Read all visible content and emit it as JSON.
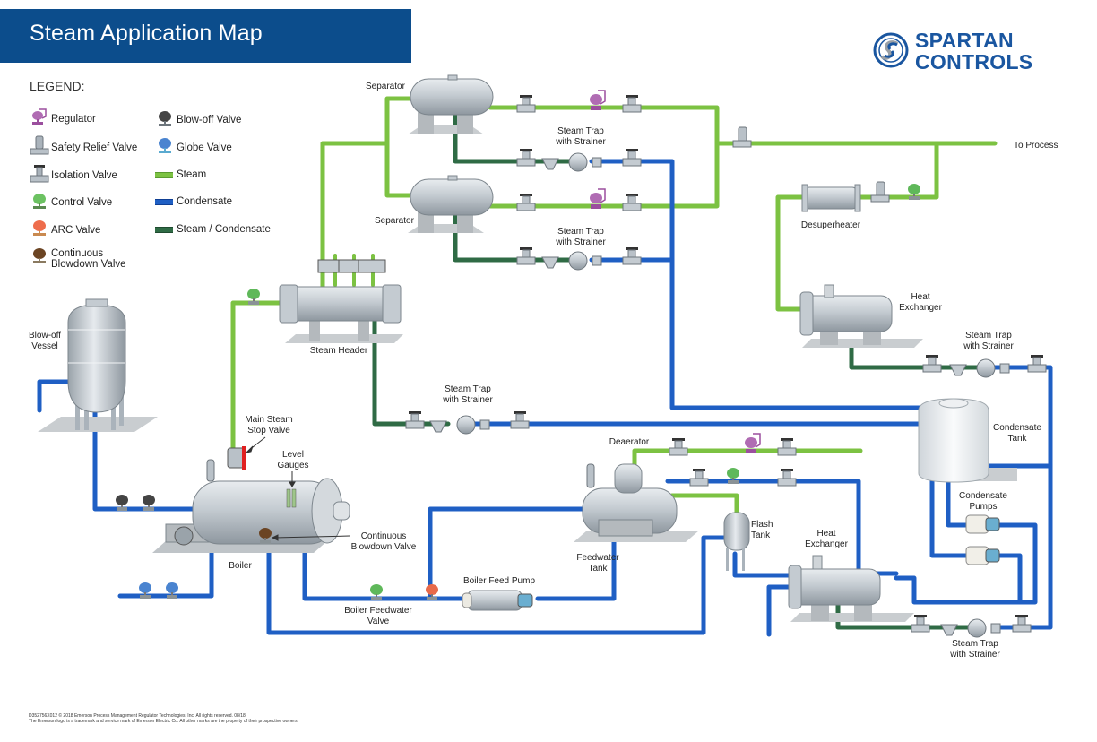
{
  "header": {
    "title": "Steam Application Map"
  },
  "brand": {
    "line1": "SPARTAN",
    "line2": "CONTROLS",
    "color": "#1a56a0"
  },
  "legend": {
    "heading": "LEGEND:",
    "items": [
      {
        "label": "Regulator",
        "icon": "regulator-icon",
        "color": "#9b4f9e"
      },
      {
        "label": "Safety Relief Valve",
        "icon": "safety-relief-valve-icon",
        "color": "#9aa4ad"
      },
      {
        "label": "Isolation Valve",
        "icon": "isolation-valve-icon",
        "color": "#9aa4ad"
      },
      {
        "label": "Control Valve",
        "icon": "control-valve-icon",
        "color": "#5fb85a"
      },
      {
        "label": "ARC Valve",
        "icon": "arc-valve-icon",
        "color": "#e86a4a"
      },
      {
        "label": "Continuous Blowdown Valve",
        "label_line1": "Continuous",
        "label_line2": "Blowdown Valve",
        "icon": "blowdown-valve-icon",
        "color": "#6b4423"
      },
      {
        "label": "Blow-off Valve",
        "icon": "blow-off-valve-icon",
        "color": "#444444"
      },
      {
        "label": "Globe Valve",
        "icon": "globe-valve-icon",
        "color": "#4a84d0"
      },
      {
        "label": "Steam",
        "icon": "steam-line-swatch",
        "color": "#7cc242"
      },
      {
        "label": "Condensate",
        "icon": "condensate-line-swatch",
        "color": "#1f5fc4"
      },
      {
        "label": "Steam / Condensate",
        "icon": "steam-condensate-line-swatch",
        "color": "#2f6b45"
      }
    ]
  },
  "colors": {
    "steam": "#7cc242",
    "condensate": "#1f5fc4",
    "steam_condensate": "#2f6b45",
    "title_bar": "#0c4d8c"
  },
  "labels": {
    "separator_top": "Separator",
    "separator_bottom": "Separator",
    "trap_top_1": "Steam Trap",
    "trap_top_2": "with Strainer",
    "trap_mid_1": "Steam Trap",
    "trap_mid_2": "with Strainer",
    "to_process": "To Process",
    "desuperheater": "Desuperheater",
    "hx_top_1": "Heat",
    "hx_top_2": "Exchanger",
    "trap_right_1": "Steam Trap",
    "trap_right_2": "with Strainer",
    "blowoff_1": "Blow-off",
    "blowoff_2": "Vessel",
    "steam_header": "Steam Header",
    "trap_header_1": "Steam Trap",
    "trap_header_2": "with Strainer",
    "main_stop_1": "Main Steam",
    "main_stop_2": "Stop Valve",
    "level_1": "Level",
    "level_2": "Gauges",
    "deaerator": "Deaerator",
    "condensate_tank_1": "Condensate",
    "condensate_tank_2": "Tank",
    "cond_pumps_1": "Condensate",
    "cond_pumps_2": "Pumps",
    "flash_1": "Flash",
    "flash_2": "Tank",
    "hx_bottom_1": "Heat",
    "hx_bottom_2": "Exchanger",
    "blowdown_1": "Continuous",
    "blowdown_2": "Blowdown Valve",
    "boiler": "Boiler",
    "feedwater_tank_1": "Feedwater",
    "feedwater_tank_2": "Tank",
    "feed_pump": "Boiler Feed Pump",
    "feed_valve_1": "Boiler Feedwater",
    "feed_valve_2": "Valve",
    "trap_bottom_1": "Steam Trap",
    "trap_bottom_2": "with Strainer"
  },
  "footer": {
    "line1": "D352756X012 © 2018 Emerson Process Management Regulator Technologies, Inc. All rights reserved. 08/18.",
    "line2": "The Emerson logo is a trademark and service mark of Emerson Electric Co. All other marks are the property of their prospective owners."
  }
}
